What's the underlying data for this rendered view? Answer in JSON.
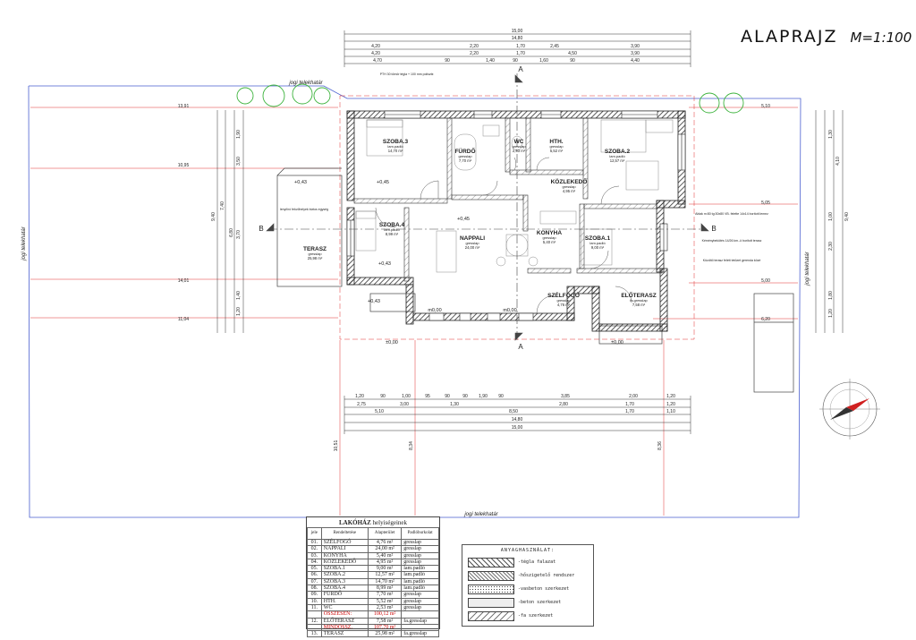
{
  "title": "ALAPRAJZ",
  "scale": "M=1:100",
  "boundary_label": "jogi telekhatár",
  "rooms": [
    {
      "name": "SZOBA.3",
      "finish": "lam.padló",
      "area": "14,70 m²"
    },
    {
      "name": "FÜRDŐ",
      "finish": "gresslap",
      "area": "7,70 m²"
    },
    {
      "name": "WC",
      "finish": "gresslap",
      "area": "2,53 m²"
    },
    {
      "name": "HTH.",
      "finish": "gresslap",
      "area": "5,52 m²"
    },
    {
      "name": "SZOBA.2",
      "finish": "lam.padló",
      "area": "12,57 m²"
    },
    {
      "name": "KÖZLEKEDŐ",
      "finish": "gresslap",
      "area": "4,95 m²"
    },
    {
      "name": "SZOBA.4",
      "finish": "lam.padló",
      "area": "8,99 m²"
    },
    {
      "name": "NAPPALI",
      "finish": "gresslap",
      "area": "24,00 m²"
    },
    {
      "name": "KONYHA",
      "finish": "gresslap",
      "area": "5,40 m²"
    },
    {
      "name": "SZOBA.1",
      "finish": "lam.padló",
      "area": "9,00 m²"
    },
    {
      "name": "TERASZ",
      "finish": "gresslap",
      "area": "25,98 m²"
    },
    {
      "name": "SZÉLFOGÓ",
      "finish": "gresslap",
      "area": "4,76 m²"
    },
    {
      "name": "ELŐTERASZ",
      "finish": "fa.gresslap",
      "area": "7,58 m²"
    }
  ],
  "levels": [
    "+0,43",
    "+0,45",
    "+0,45",
    "+0,43",
    "+0,43",
    "±0,00",
    "±0,00",
    "m0,00",
    "m0,00"
  ],
  "section_marks": [
    "B",
    "B",
    "A",
    "A"
  ],
  "top_dims": {
    "overall": "15,00",
    "row2": "14,80",
    "row3": [
      "4,20",
      "2,20",
      "1,70",
      "2,45",
      "3,90"
    ],
    "row4": [
      "4,20",
      "2,20",
      "1,70",
      "4,50",
      "3,90"
    ],
    "row5": [
      "4,70",
      "90",
      "1,40",
      "90",
      "1,60",
      "90",
      "4,40"
    ]
  },
  "bottom_dims": {
    "row1": [
      "1,20",
      "90",
      "1,00",
      "95",
      "90",
      "90",
      "1,90",
      "90",
      "3,85",
      "2,00",
      "1,20"
    ],
    "row2": [
      "2,75",
      "3,00",
      "1,30",
      "2,80",
      "1,70",
      "1,20"
    ],
    "row3": [
      "5,10",
      "8,50",
      "1,70",
      "1,10"
    ],
    "row4": "14,80",
    "overall": "15,00"
  },
  "left_dims": [
    "13,91",
    "10,95",
    "14,01",
    "11,04",
    "9,40",
    "7,40",
    "6,80",
    "3,50",
    "3,70",
    "1,90",
    "1,40",
    "1,20"
  ],
  "right_dims": [
    "5,10",
    "5,05",
    "5,00",
    "6,20",
    "9,40",
    "4,10",
    "2,30",
    "1,80",
    "1,00",
    "1,30",
    "1,20"
  ],
  "site_dims": [
    "10,51",
    "8,34",
    "8,36"
  ],
  "notes": {
    "wall": "PTH 30 tömör tégla + 100 mm polisztir.",
    "terrace": "lenyílíró fekvőhelyek biztos egység",
    "window": "Ablak m:80 tg:30x80 VB. felette 14x14 borított lemez",
    "cover": "Kéménybekötés 14/26 km.-ö boritott terasz",
    "gutter": "Közdítő terasz felett tetőzet gerenda közé"
  },
  "schedule": {
    "caption_bold": "LAKÓHÁZ",
    "caption_rest": " helyiségeinek",
    "headers": [
      "jele",
      "Rendeltetése",
      "Alapterület",
      "Padlóburkolat"
    ],
    "rows": [
      [
        "01.",
        "SZÉLFOGÓ",
        "4,76 m²",
        "gresslap"
      ],
      [
        "02.",
        "NAPPALI",
        "24,00 m²",
        "gresslap"
      ],
      [
        "03.",
        "KONYHA",
        "5,40 m²",
        "gresslap"
      ],
      [
        "04.",
        "KÖZLEKEDŐ",
        "4,95 m²",
        "gresslap"
      ],
      [
        "05.",
        "SZOBA.1",
        "9,00 m²",
        "lam.padló"
      ],
      [
        "06.",
        "SZOBA.2",
        "12,57 m²",
        "lam.padló"
      ],
      [
        "07.",
        "SZOBA.3",
        "14,70 m²",
        "lam.padló"
      ],
      [
        "08.",
        "SZOBA.4",
        "8,99 m²",
        "lam.padló"
      ],
      [
        "09.",
        "FÜRDŐ",
        "7,70 m²",
        "gresslap"
      ],
      [
        "10.",
        "HTH.",
        "5,52 m²",
        "gresslap"
      ],
      [
        "11.",
        "WC",
        "2,53 m²",
        "gresslap"
      ],
      [
        "",
        "ÖSSZESEN:",
        "100,12 m²",
        ""
      ],
      [
        "12.",
        "ELŐTERASZ",
        "7,58 m²",
        "fa.gresslap"
      ],
      [
        "",
        "MINDÖSSZ.",
        "107,70 m²",
        ""
      ],
      [
        "13.",
        "TERASZ",
        "25,98 m²",
        "fa.gresslap"
      ]
    ]
  },
  "legend": {
    "title": "ANYAGHASZNÁLAT:",
    "items": [
      "-tégla falazat",
      "-hőszigetelő rendszer",
      "-vasbeton szerkezet",
      "-beton szerkezet",
      "-fa szerkezet"
    ]
  },
  "colors": {
    "wall": "#2a2a2a",
    "dimension_red": "#e03030",
    "boundary_blue": "#4a5fd0",
    "tree_green": "#3db33d",
    "compass_red": "#d02020"
  }
}
